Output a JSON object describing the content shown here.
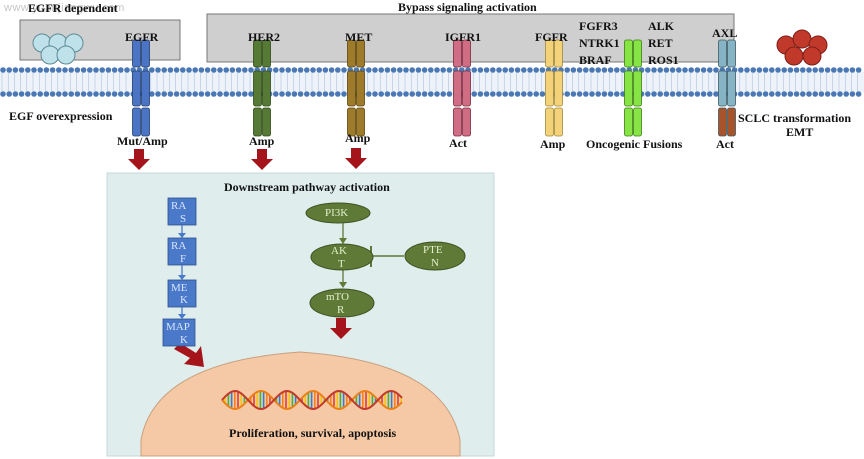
{
  "watermark": "www.yuanjiangwu.com",
  "headers": {
    "egfr_dependent": "EGFR dependent",
    "bypass": "Bypass signaling activation"
  },
  "receptors": {
    "egfr": "EGFR",
    "her2": "HER2",
    "met": "MET",
    "igfr1": "IGFR1",
    "fgfr": "FGFR",
    "fgfr3_group": [
      "FGFR3",
      "NTRK1",
      "BRAF"
    ],
    "alk_group": [
      "ALK",
      "RET",
      "ROS1"
    ],
    "axl": "AXL"
  },
  "mechanisms": {
    "egf_overexpression": "EGF overexpression",
    "egfr": "Mut/Amp",
    "her2": "Amp",
    "met": "Amp",
    "igfr1": "Act",
    "fgfr": "Amp",
    "fusions": "Oncogenic Fusions",
    "axl": "Act",
    "sclc": [
      "SCLC transformation",
      "EMT"
    ]
  },
  "downstream": {
    "title": "Downstream pathway activation",
    "mapk_chain": [
      {
        "l1": "RA",
        "l2": "S"
      },
      {
        "l1": "RA",
        "l2": "F"
      },
      {
        "l1": "ME",
        "l2": "K"
      },
      {
        "l1": "MAP",
        "l2": "K"
      }
    ],
    "pi3k": "PI3K",
    "akt": {
      "l1": "AK",
      "l2": "T"
    },
    "mtor": {
      "l1": "mTO",
      "l2": "R"
    },
    "pten": {
      "l1": "PTE",
      "l2": "N"
    },
    "nucleus_label": "Proliferation, survival, apoptosis"
  },
  "colors": {
    "membrane_blue": "#4a78b5",
    "panel_gray": "#cfcfcf",
    "downstream_bg": "#dfeded",
    "nucleus": "#f5c9a5",
    "arrow_red": "#a5141a",
    "mapk_box": "#4a79c9",
    "pi3k_oval": "#5f7a36",
    "egf_ligand": "#bfe2ea",
    "sclc_ball": "#c0392b"
  }
}
